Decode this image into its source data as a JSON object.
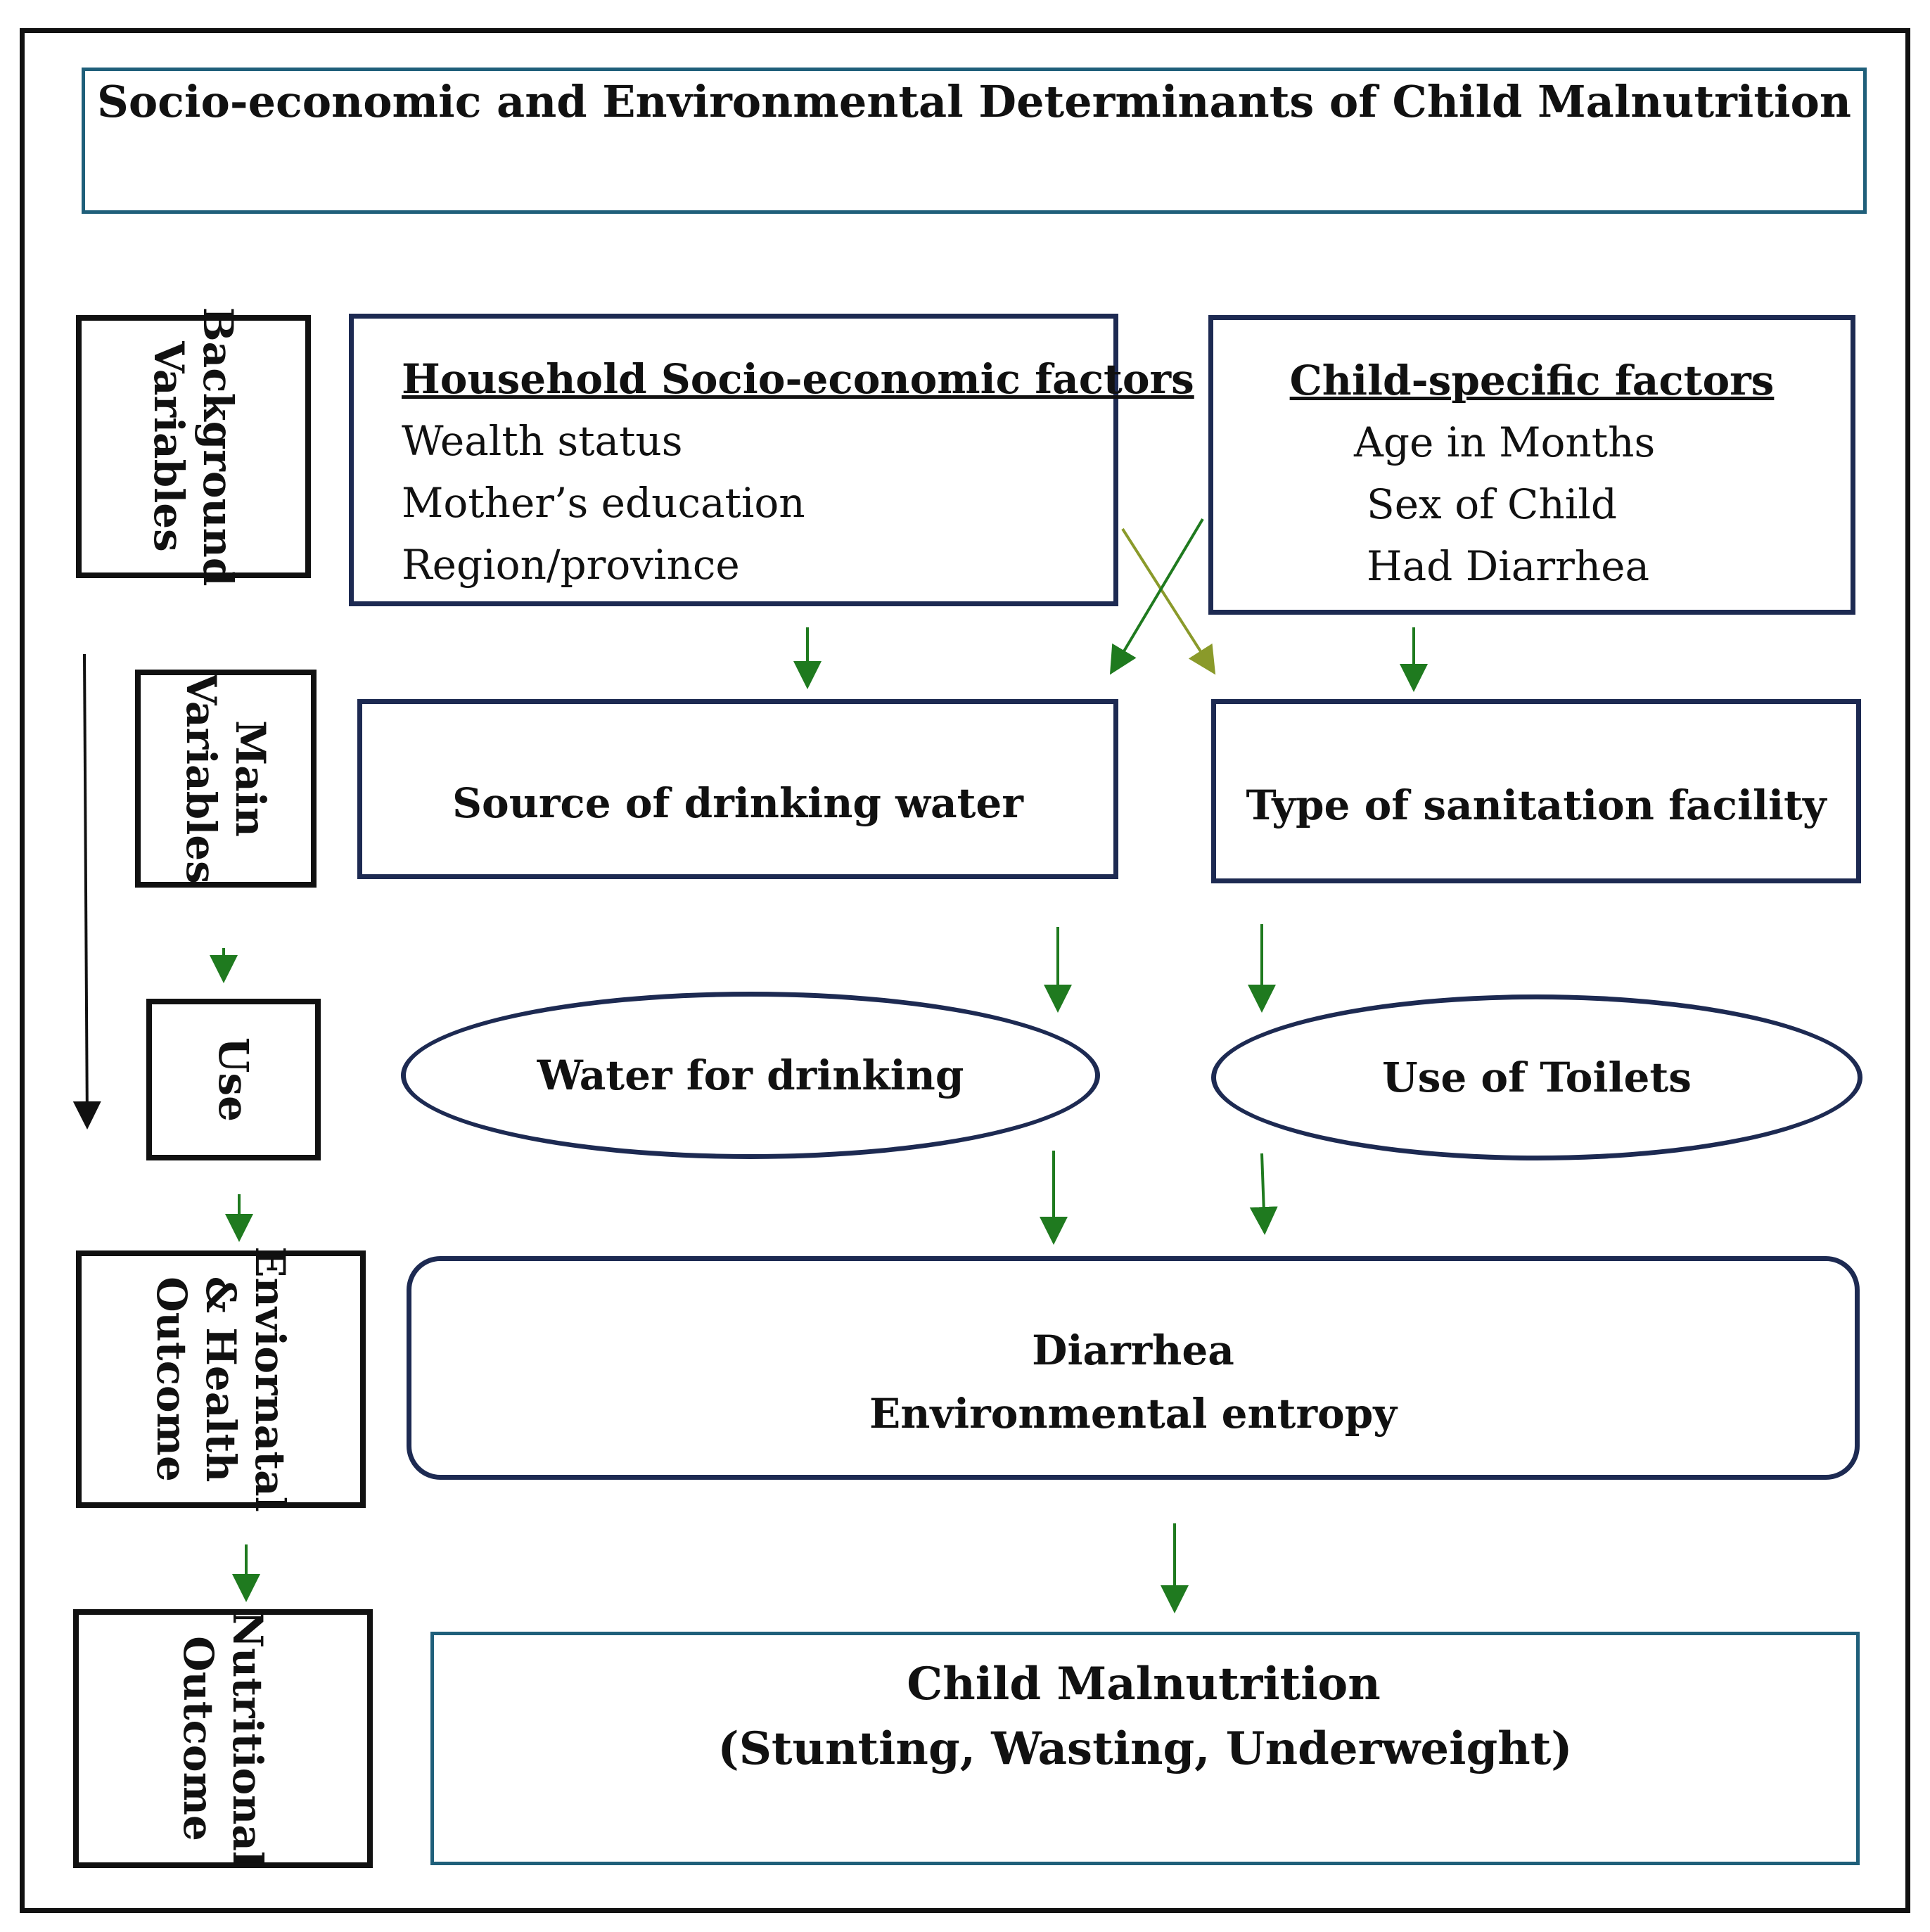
{
  "title": "Socio-economic and Environmental Determinants of Child Malnutrition",
  "row_labels": {
    "background": [
      "Background",
      "Variables"
    ],
    "main": [
      "Main",
      "Variables"
    ],
    "use": [
      "Use"
    ],
    "outcome": [
      "Enviornatal",
      "& Health",
      "Outcome"
    ],
    "nutritional": [
      "Nutritional",
      "Outcome"
    ]
  },
  "household": {
    "heading": "Household Socio-economic factors",
    "items": [
      "Wealth status",
      "Mother’s education",
      "Region/province"
    ]
  },
  "child": {
    "heading": "Child-specific factors",
    "items": [
      "Age in Months",
      "Sex of Child",
      "Had Diarrhea"
    ]
  },
  "main_vars": {
    "water_source": "Source of drinking water",
    "sanitation": "Type of sanitation facility"
  },
  "use": {
    "water": "Water for drinking",
    "toilets": "Use of Toilets"
  },
  "health_outcome": {
    "line1": "Diarrhea",
    "line2": "Environmental entropy"
  },
  "nutrition": {
    "line1": "Child Malnutrition",
    "line2": "(Stunting, Wasting, Underweight)"
  },
  "colors": {
    "box_border": "#1d2a52",
    "title_border": "#1f5f7a",
    "arrow_green": "#1f7a1f",
    "arrow_olive": "#8a9a2a"
  }
}
